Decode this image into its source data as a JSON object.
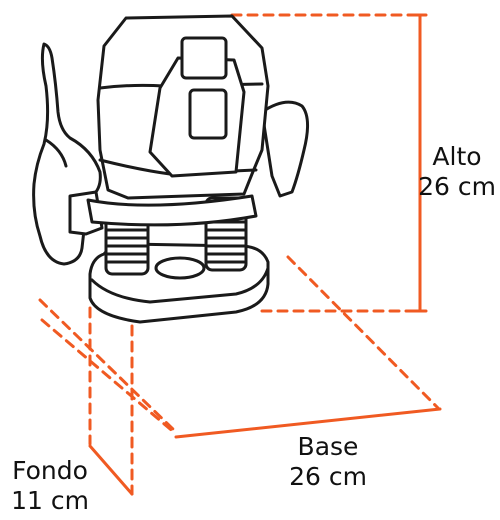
{
  "dimensions": {
    "alto": {
      "label": "Alto",
      "value": "26 cm"
    },
    "base": {
      "label": "Base",
      "value": "26 cm"
    },
    "fondo": {
      "label": "Fondo",
      "value": "11 cm"
    }
  },
  "colors": {
    "accent": "#f05a22",
    "line": "#1a1a1a",
    "fill": "#ffffff",
    "text": "#111111"
  },
  "icons": {
    "product": "router-tool-icon"
  }
}
